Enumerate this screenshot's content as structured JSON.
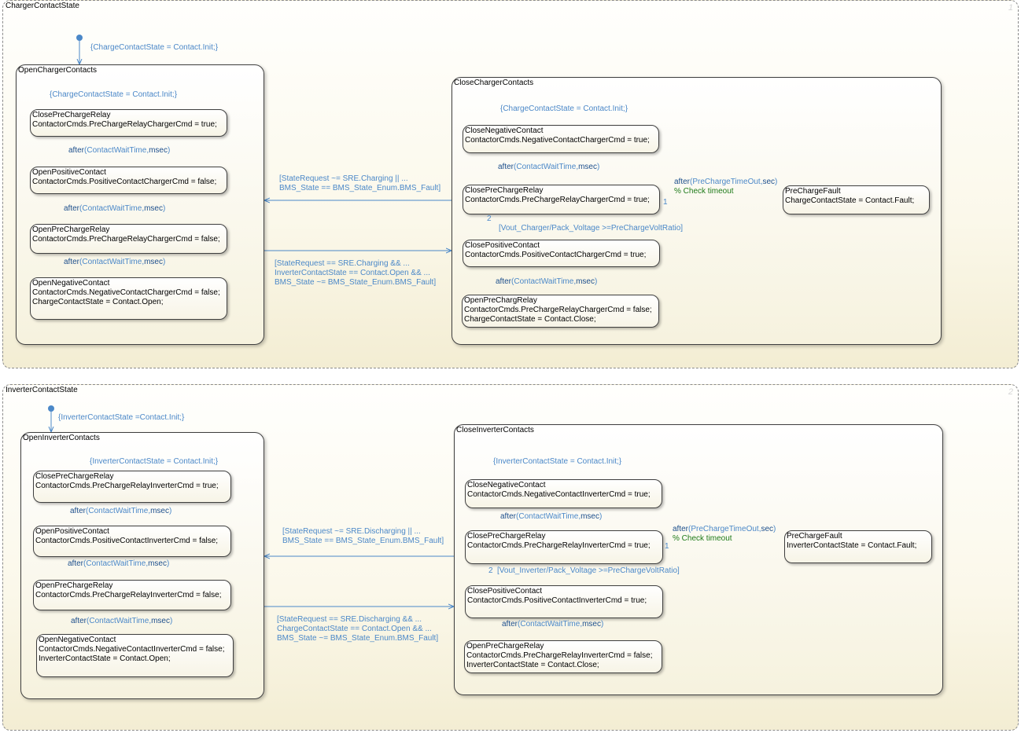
{
  "charger": {
    "title": "ChargerContactState",
    "number": "1",
    "top_default_action": "{ChargeContactState = Contact.Init;}",
    "open_group": {
      "title": "OpenChargerContacts",
      "default_action": "{ChargeContactState = Contact.Init;}",
      "states": [
        {
          "name": "ClosePreChargeRelay",
          "lines": [
            "ContactorCmds.PreChargeRelayChargerCmd = true;"
          ]
        },
        {
          "name": "OpenPositiveContact",
          "lines": [
            "ContactorCmds.PositiveContactChargerCmd = false;"
          ]
        },
        {
          "name": "OpenPreChargeRelay",
          "lines": [
            "ContactorCmds.PreChargeRelayChargerCmd = false;"
          ]
        },
        {
          "name": "OpenNegativeContact",
          "lines": [
            "ContactorCmds.NegativeContactChargerCmd = false;",
            "ChargeContactState = Contact.Open;"
          ]
        }
      ],
      "transitions": [
        "ContactWaitTime",
        "ContactWaitTime",
        "ContactWaitTime"
      ]
    },
    "close_group": {
      "title": "CloseChargerContacts",
      "default_action": "{ChargeContactState = Contact.Init;}",
      "states": [
        {
          "name": "CloseNegativeContact",
          "lines": [
            "ContactorCmds.NegativeContactChargerCmd = true;"
          ]
        },
        {
          "name": "ClosePreChargeRelay",
          "lines": [
            "ContactorCmds.PreChargeRelayChargerCmd = true;"
          ]
        },
        {
          "name": "ClosePositiveContact",
          "lines": [
            "ContactorCmds.PositiveContactChargerCmd = true;"
          ]
        },
        {
          "name": "OpenPreChargRelay",
          "lines": [
            "ContactorCmds.PreChargeRelayChargerCmd = false;",
            "ChargeContactState = Contact.Close;"
          ]
        }
      ],
      "fault": {
        "name": "PreChargeFault",
        "lines": [
          "ChargeContactState = Contact.Fault;"
        ]
      },
      "t1": "ContactWaitTime",
      "timeout_param": "PreChargeTimeOut",
      "timeout_comment": "% Check timeout",
      "volt_condition": "[Vout_Charger/Pack_Voltage >=PreChargeVoltRatio]",
      "t3": "ContactWaitTime",
      "priority_1": "1",
      "priority_2": "2"
    },
    "to_open_guard": [
      "[StateRequest ~= SRE.Charging || ...",
      "BMS_State == BMS_State_Enum.BMS_Fault]"
    ],
    "to_close_guard": [
      "[StateRequest == SRE.Charging && ...",
      "InverterContactState == Contact.Open && ...",
      "BMS_State ~= BMS_State_Enum.BMS_Fault]"
    ]
  },
  "inverter": {
    "title": "InverterContactState",
    "number": "2",
    "top_default_action": "{InverterContactState =Contact.Init;}",
    "open_group": {
      "title": "OpenInverterContacts",
      "default_action": "{InverterContactState = Contact.Init;}",
      "states": [
        {
          "name": "ClosePreChargeRelay",
          "lines": [
            "ContactorCmds.PreChargeRelayInverterCmd = true;"
          ]
        },
        {
          "name": "OpenPositiveContact",
          "lines": [
            "ContactorCmds.PositiveContactInverterCmd = false;"
          ]
        },
        {
          "name": "OpenPreChargeRelay",
          "lines": [
            "ContactorCmds.PreChargeRelayInverterCmd = false;"
          ]
        },
        {
          "name": "OpenNegativeContact",
          "lines": [
            "ContactorCmds.NegativeContactInverterCmd = false;",
            "InverterContactState = Contact.Open;"
          ]
        }
      ],
      "transitions": [
        "ContactWaitTime",
        "ContactWaitTime",
        "ContactWaitTime"
      ]
    },
    "close_group": {
      "title": "CloseInverterContacts",
      "default_action": "{InverterContactState = Contact.Init;}",
      "states": [
        {
          "name": "CloseNegativeContact",
          "lines": [
            "ContactorCmds.NegativeContactInverterCmd = true;"
          ]
        },
        {
          "name": "ClosePreChargeRelay",
          "lines": [
            "ContactorCmds.PreChargeRelayInverterCmd = true;"
          ]
        },
        {
          "name": "ClosePositiveContact",
          "lines": [
            "ContactorCmds.PositiveContactInverterCmd = true;"
          ]
        },
        {
          "name": "OpenPreChargeRelay",
          "lines": [
            "ContactorCmds.PreChargeRelayInverterCmd = false;",
            "InverterContactState = Contact.Close;"
          ]
        }
      ],
      "fault": {
        "name": "PreChargeFault",
        "lines": [
          "InverterContactState = Contact.Fault;"
        ]
      },
      "t1": "ContactWaitTime",
      "timeout_param": "PreChargeTimeOut",
      "timeout_comment": "% Check timeout",
      "volt_condition": "[Vout_Inverter/Pack_Voltage >=PreChargeVoltRatio]",
      "t3": "ContactWaitTime",
      "priority_1": "1",
      "priority_2": "2"
    },
    "to_open_guard": [
      "[StateRequest ~= SRE.Discharging || ...",
      "BMS_State == BMS_State_Enum.BMS_Fault]"
    ],
    "to_close_guard": [
      "[StateRequest == SRE.Discharging && ...",
      "ChargeContactState == Contact.Open && ...",
      "BMS_State ~= BMS_State_Enum.BMS_Fault]"
    ]
  },
  "keywords": {
    "after": "after",
    "msec": "msec",
    "sec": "sec"
  },
  "colors": {
    "wire": "#4b88c8",
    "keyword": "#1d4f8c",
    "comment": "#1e7a18",
    "border": "#3f3f3f",
    "parallel_border": "#8a8a8a"
  }
}
